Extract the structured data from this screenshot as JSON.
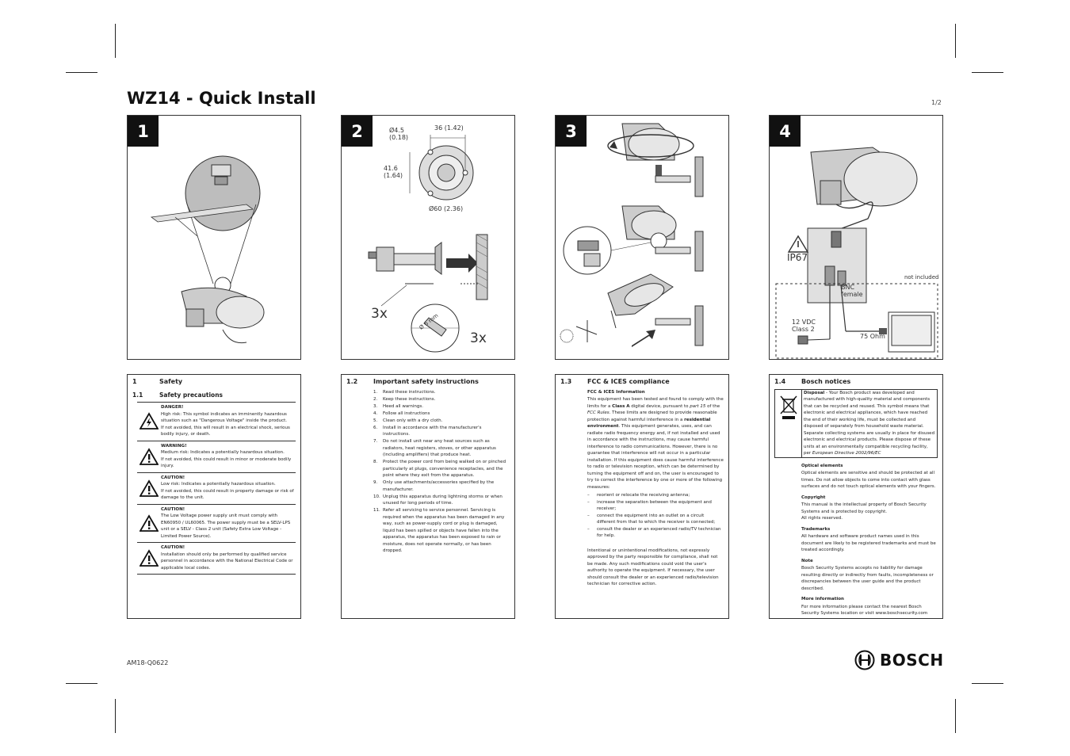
{
  "title": "WZ14 - Quick Install",
  "page_number": "1/2",
  "steps": [
    "1",
    "2",
    "3",
    "4"
  ],
  "panel2": {
    "dim_hole": "Ø4.5",
    "dim_hole_in": "(0.18)",
    "dim_width": "36 (1.42)",
    "dim_height": "41.6",
    "dim_height_in": "(1.64)",
    "dim_diameter": "Ø60 (2.36)",
    "count_a": "3x",
    "count_b": "3x",
    "drill": "Ø 6 mm"
  },
  "panel4": {
    "rating": "IP67",
    "not_included": "not included",
    "bnc": "BNC",
    "bnc_female": "female",
    "power": "12 VDC",
    "power_class": "Class 2",
    "impedance": "75 Ohm"
  },
  "section1": {
    "num": "1",
    "heading": "Safety",
    "sub_num": "1.1",
    "sub_heading": "Safety precautions",
    "warnings": [
      {
        "icon": "high-voltage-warning-icon",
        "title": "DANGER!",
        "lines": [
          "High risk: This symbol indicates an imminently hazardous situation such as \"Dangerous Voltage\" inside the product.",
          "If not avoided, this will result in an electrical shock, serious bodily injury, or death."
        ]
      },
      {
        "icon": "exclamation-warning-icon",
        "title": "WARNING!",
        "lines": [
          "Medium risk: Indicates a potentially hazardous situation.",
          "If not avoided, this could result in minor or moderate bodily injury."
        ]
      },
      {
        "icon": "exclamation-warning-icon",
        "title": "CAUTION!",
        "lines": [
          "Low risk: Indicates a potentially hazardous situation.",
          "If not avoided, this could result in property damage or risk of damage to the unit."
        ]
      },
      {
        "icon": "exclamation-warning-icon",
        "title": "CAUTION!",
        "lines": [
          "The Low Voltage power supply unit must comply with EN60950 / UL60065. The power supply must be a SELV-LPS unit or a SELV - Class 2 unit (Safety Extra Low Voltage - Limited Power Source)."
        ]
      },
      {
        "icon": "exclamation-warning-icon",
        "title": "CAUTION!",
        "lines": [
          "Installation should only be performed by qualified service personnel in accordance with the National Electrical Code or applicable local codes."
        ]
      }
    ]
  },
  "section2": {
    "num": "1.2",
    "heading": "Important safety instructions",
    "items": [
      {
        "n": "1.",
        "t": "Read these instructions."
      },
      {
        "n": "2.",
        "t": "Keep these instructions."
      },
      {
        "n": "3.",
        "t": "Heed all warnings."
      },
      {
        "n": "4.",
        "t": "Follow all instructions"
      },
      {
        "n": "5.",
        "t": "Clean only with a dry cloth."
      },
      {
        "n": "6.",
        "t": "Install in accordance with the manufacturer's instructions."
      },
      {
        "n": "7.",
        "t": "Do not install unit near any heat sources such as radiators, heat registers, stoves, or other apparatus (including amplifiers) that produce heat."
      },
      {
        "n": "8.",
        "t": "Protect the power cord from being walked on or pinched particularly at plugs, convenience receptacles, and the point where they exit from the apparatus."
      },
      {
        "n": "9.",
        "t": "Only use attachments/accessories specified by the manufacturer."
      },
      {
        "n": "10.",
        "t": "Unplug this apparatus during lightning storms or when unused for long periods of time."
      },
      {
        "n": "11.",
        "t": "Refer all servicing to service personnel. Servicing is required when the apparatus has been damaged in any way, such as power-supply cord or plug is damaged, liquid has been spilled or objects have fallen into the apparatus, the apparatus has been exposed to rain or moisture, does not operate normally, or has been dropped."
      }
    ]
  },
  "section3": {
    "num": "1.3",
    "heading": "FCC & ICES compliance",
    "subheading": "FCC & ICES Information",
    "para1_a": "This equipment has been tested and found to comply with the limits for a ",
    "para1_b": "Class A",
    "para1_c": " digital device, pursuant to ",
    "para1_d": "part 15",
    "para1_e": " of the ",
    "para1_f": "FCC Rules",
    "para1_g": ". These limits are designed to provide reasonable protection against harmful interference in a ",
    "para1_h": "residential environment",
    "para1_i": ". This equipment generates, uses, and can radiate radio frequency energy and, if not installed and used in accordance with the instructions, may cause harmful interference to radio communications. However, there is no guarantee that interference will not occur in a particular installation. If this equipment does cause harmful interference to radio or television reception, which can be determined by turning the equipment off and on, the user is encouraged to try to correct the interference by one or more of the following measures:",
    "measures": [
      "reorient or relocate the receiving antenna;",
      "increase the separation between the equipment and receiver;",
      "connect the equipment into an outlet on a circuit different from that to which the receiver is connected;",
      "consult the dealer or an experienced radio/TV technician for help."
    ],
    "para2": "Intentional or unintentional modifications, not expressly approved by the party responsible for compliance, shall not be made. Any such modifications could void the user's authority to operate the equipment. If necessary, the user should consult the dealer or an experienced radio/television technician for corrective action."
  },
  "section4": {
    "num": "1.4",
    "heading": "Bosch notices",
    "disposal_label": "Disposal",
    "disposal_text": " - Your Bosch product was developed and manufactured with high-quality material and components that can be recycled and reused. This symbol means that electronic and electrical appliances, which have reached the end of their working life, must be collected and disposed of separately from household waste material. Separate collecting systems are usually in place for disused electronic and electrical products. Please dispose of these units at an environmentally compatible recycling facility, per ",
    "disposal_directive": "European Directive 2002/96/EC",
    "notices": [
      {
        "title": "Optical elements",
        "text": "Optical elements are sensitive and should be protected at all times. Do not allow objects to come into contact with glass surfaces and do not touch optical elements with your fingers."
      },
      {
        "title": "Copyright",
        "text": "This manual is the intellectual property of Bosch Security Systems and is protected by copyright.",
        "text2": "All rights reserved."
      },
      {
        "title": "Trademarks",
        "text": "All hardware and software product names used in this document are likely to be registered trademarks and must be treated accordingly."
      },
      {
        "title": "Note",
        "text": "Bosch Security Systems accepts no liability for damage resulting directly or indirectly from faults, incompleteness or discrepancies between the user guide and the product described."
      },
      {
        "title": "More information",
        "text": "For more information please contact the nearest Bosch Security Systems location or visit www.boschsecurity.com"
      }
    ]
  },
  "footer": {
    "doc_id": "AM18-Q0622",
    "brand": "BOSCH"
  }
}
